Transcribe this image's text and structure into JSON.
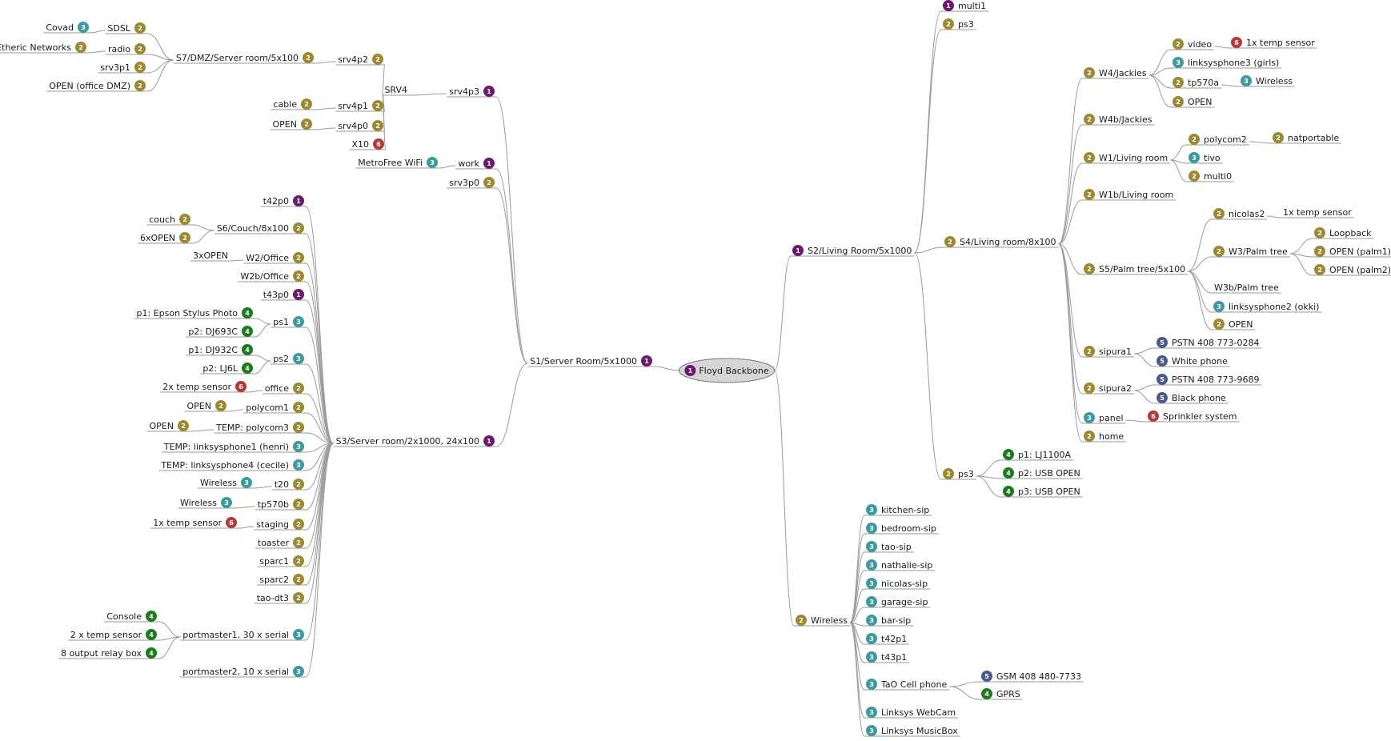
{
  "diagram": {
    "root": {
      "id": "root",
      "label": "Floyd Backbone",
      "badge": "1"
    },
    "nodes": [
      {
        "id": "s1",
        "parent": "root",
        "label": "S1/Server Room/5x1000",
        "badge": "1"
      },
      {
        "id": "srv4p3",
        "parent": "s1",
        "label": "srv4p3",
        "badge": "1"
      },
      {
        "id": "srv4",
        "parent": "srv4p3",
        "label": "SRV4",
        "badge": ""
      },
      {
        "id": "srv4p2",
        "parent": "srv4",
        "label": "srv4p2",
        "badge": "2"
      },
      {
        "id": "s7",
        "parent": "srv4p2",
        "label": "S7/DMZ/Server room/5x100",
        "badge": "2"
      },
      {
        "id": "sdsl",
        "parent": "s7",
        "label": "SDSL",
        "badge": "2"
      },
      {
        "id": "covad",
        "parent": "sdsl",
        "label": "Covad",
        "badge": "3"
      },
      {
        "id": "radio",
        "parent": "s7",
        "label": "radio",
        "badge": "2"
      },
      {
        "id": "etheric",
        "parent": "radio",
        "label": "Etheric Networks",
        "badge": "2"
      },
      {
        "id": "srv3p1",
        "parent": "s7",
        "label": "srv3p1",
        "badge": "2"
      },
      {
        "id": "opendmz",
        "parent": "s7",
        "label": "OPEN (office DMZ)",
        "badge": "2"
      },
      {
        "id": "srv4p1",
        "parent": "srv4",
        "label": "srv4p1",
        "badge": "2"
      },
      {
        "id": "cable",
        "parent": "srv4p1",
        "label": "cable",
        "badge": "2"
      },
      {
        "id": "srv4p0",
        "parent": "srv4",
        "label": "srv4p0",
        "badge": "2"
      },
      {
        "id": "open_srv4p0",
        "parent": "srv4p0",
        "label": "OPEN",
        "badge": "2"
      },
      {
        "id": "x10",
        "parent": "srv4",
        "label": "X10",
        "badge": "6"
      },
      {
        "id": "work",
        "parent": "s1",
        "label": "work",
        "badge": "1"
      },
      {
        "id": "metrofree",
        "parent": "work",
        "label": "MetroFree WiFi",
        "badge": "3"
      },
      {
        "id": "srv3p0",
        "parent": "s1",
        "label": "srv3p0",
        "badge": "2"
      },
      {
        "id": "s3",
        "parent": "s1",
        "label": "S3/Server room/2x1000, 24x100",
        "badge": "1"
      },
      {
        "id": "t42p0",
        "parent": "s3",
        "label": "t42p0",
        "badge": "1"
      },
      {
        "id": "s6",
        "parent": "s3",
        "label": "S6/Couch/8x100",
        "badge": "2"
      },
      {
        "id": "couch",
        "parent": "s6",
        "label": "couch",
        "badge": "2"
      },
      {
        "id": "sixopen",
        "parent": "s6",
        "label": "6xOPEN",
        "badge": "2"
      },
      {
        "id": "w2",
        "parent": "s3",
        "label": "W2/Office",
        "badge": "2"
      },
      {
        "id": "threeopen",
        "parent": "w2",
        "label": "3xOPEN",
        "badge": ""
      },
      {
        "id": "w2b",
        "parent": "s3",
        "label": "W2b/Office",
        "badge": "2"
      },
      {
        "id": "t43p0",
        "parent": "s3",
        "label": "t43p0",
        "badge": "1"
      },
      {
        "id": "ps1",
        "parent": "s3",
        "label": "ps1",
        "badge": "3"
      },
      {
        "id": "ps1_p1",
        "parent": "ps1",
        "label": "p1: Epson Stylus Photo",
        "badge": "4"
      },
      {
        "id": "ps1_p2",
        "parent": "ps1",
        "label": "p2: DJ693C",
        "badge": "4"
      },
      {
        "id": "ps2",
        "parent": "s3",
        "label": "ps2",
        "badge": "3"
      },
      {
        "id": "ps2_p1",
        "parent": "ps2",
        "label": "p1: DJ932C",
        "badge": "4"
      },
      {
        "id": "ps2_p2",
        "parent": "ps2",
        "label": "p2: LJ6L",
        "badge": "4"
      },
      {
        "id": "office",
        "parent": "s3",
        "label": "office",
        "badge": "2"
      },
      {
        "id": "office_temp",
        "parent": "office",
        "label": "2x temp sensor",
        "badge": "6"
      },
      {
        "id": "polycom1",
        "parent": "s3",
        "label": "polycom1",
        "badge": "2"
      },
      {
        "id": "open_polycom1",
        "parent": "polycom1",
        "label": "OPEN",
        "badge": "2"
      },
      {
        "id": "tpolycom3",
        "parent": "s3",
        "label": "TEMP: polycom3",
        "badge": "2"
      },
      {
        "id": "open_tpolycom3",
        "parent": "tpolycom3",
        "label": "OPEN",
        "badge": "2"
      },
      {
        "id": "tlinks1",
        "parent": "s3",
        "label": "TEMP: linksysphone1 (henri)",
        "badge": "3"
      },
      {
        "id": "tlinks4",
        "parent": "s3",
        "label": "TEMP: linksysphone4 (cecile)",
        "badge": "3"
      },
      {
        "id": "t20",
        "parent": "s3",
        "label": "t20",
        "badge": "2"
      },
      {
        "id": "t20_wifi",
        "parent": "t20",
        "label": "Wireless",
        "badge": "3"
      },
      {
        "id": "tp570b",
        "parent": "s3",
        "label": "tp570b",
        "badge": "2"
      },
      {
        "id": "tp570b_wifi",
        "parent": "tp570b",
        "label": "Wireless",
        "badge": "3"
      },
      {
        "id": "staging",
        "parent": "s3",
        "label": "staging",
        "badge": "2"
      },
      {
        "id": "staging_temp",
        "parent": "staging",
        "label": "1x temp sensor",
        "badge": "6"
      },
      {
        "id": "toaster",
        "parent": "s3",
        "label": "toaster",
        "badge": "2"
      },
      {
        "id": "sparc1",
        "parent": "s3",
        "label": "sparc1",
        "badge": "2"
      },
      {
        "id": "sparc2",
        "parent": "s3",
        "label": "sparc2",
        "badge": "2"
      },
      {
        "id": "taodt3",
        "parent": "s3",
        "label": "tao-dt3",
        "badge": "2"
      },
      {
        "id": "pm1",
        "parent": "s3",
        "label": "portmaster1, 30 x serial",
        "badge": "3"
      },
      {
        "id": "console",
        "parent": "pm1",
        "label": "Console",
        "badge": "4"
      },
      {
        "id": "pm1_temp",
        "parent": "pm1",
        "label": "2 x temp sensor",
        "badge": "4"
      },
      {
        "id": "relay",
        "parent": "pm1",
        "label": "8 output relay box",
        "badge": "4"
      },
      {
        "id": "pm2",
        "parent": "s3",
        "label": "portmaster2, 10 x serial",
        "badge": "3"
      },
      {
        "id": "s2",
        "parent": "root",
        "label": "S2/Living Room/5x1000",
        "badge": "1"
      },
      {
        "id": "multi1",
        "parent": "s2",
        "label": "multi1",
        "badge": "1"
      },
      {
        "id": "ps3a",
        "parent": "s2",
        "label": "ps3",
        "badge": "2"
      },
      {
        "id": "s4",
        "parent": "s2",
        "label": "S4/Living room/8x100",
        "badge": "2"
      },
      {
        "id": "w4",
        "parent": "s4",
        "label": "W4/Jackies",
        "badge": "2"
      },
      {
        "id": "video",
        "parent": "w4",
        "label": "video",
        "badge": "2"
      },
      {
        "id": "video_temp",
        "parent": "video",
        "label": "1x temp sensor",
        "badge": "6"
      },
      {
        "id": "links3",
        "parent": "w4",
        "label": "linksysphone3 (girls)",
        "badge": "3"
      },
      {
        "id": "tp570a",
        "parent": "w4",
        "label": "tp570a",
        "badge": "2"
      },
      {
        "id": "tp570a_wifi",
        "parent": "tp570a",
        "label": "Wireless",
        "badge": "3"
      },
      {
        "id": "open_w4",
        "parent": "w4",
        "label": "OPEN",
        "badge": "2"
      },
      {
        "id": "w4b",
        "parent": "s4",
        "label": "W4b/Jackies",
        "badge": "2"
      },
      {
        "id": "w1",
        "parent": "s4",
        "label": "W1/Living room",
        "badge": "2"
      },
      {
        "id": "polycom2",
        "parent": "w1",
        "label": "polycom2",
        "badge": "2"
      },
      {
        "id": "natportable",
        "parent": "polycom2",
        "label": "natportable",
        "badge": "2"
      },
      {
        "id": "tivo",
        "parent": "w1",
        "label": "tivo",
        "badge": "3"
      },
      {
        "id": "multi0",
        "parent": "w1",
        "label": "multi0",
        "badge": "2"
      },
      {
        "id": "w1b",
        "parent": "s4",
        "label": "W1b/Living room",
        "badge": "2"
      },
      {
        "id": "s5",
        "parent": "s4",
        "label": "S5/Palm tree/5x100",
        "badge": "2"
      },
      {
        "id": "nicolas2",
        "parent": "s5",
        "label": "nicolas2",
        "badge": "2"
      },
      {
        "id": "nicolas2_temp",
        "parent": "nicolas2",
        "label": "1x temp sensor",
        "badge": ""
      },
      {
        "id": "w3",
        "parent": "s5",
        "label": "W3/Palm tree",
        "badge": "2"
      },
      {
        "id": "loopback",
        "parent": "w3",
        "label": "Loopback",
        "badge": "2"
      },
      {
        "id": "palm1",
        "parent": "w3",
        "label": "OPEN (palm1)",
        "badge": "2"
      },
      {
        "id": "palm2",
        "parent": "w3",
        "label": "OPEN (palm2)",
        "badge": "2"
      },
      {
        "id": "w3b",
        "parent": "s5",
        "label": "W3b/Palm tree",
        "badge": ""
      },
      {
        "id": "links2",
        "parent": "s5",
        "label": "linksysphone2 (okki)",
        "badge": "3"
      },
      {
        "id": "open_s5",
        "parent": "s5",
        "label": "OPEN",
        "badge": "2"
      },
      {
        "id": "sipura1",
        "parent": "s4",
        "label": "sipura1",
        "badge": "2"
      },
      {
        "id": "pstn1",
        "parent": "sipura1",
        "label": "PSTN 408 773-0284",
        "badge": "5"
      },
      {
        "id": "whitephone",
        "parent": "sipura1",
        "label": "White phone",
        "badge": "5"
      },
      {
        "id": "sipura2",
        "parent": "s4",
        "label": "sipura2",
        "badge": "2"
      },
      {
        "id": "pstn2",
        "parent": "sipura2",
        "label": "PSTN 408 773-9689",
        "badge": "5"
      },
      {
        "id": "blackphone",
        "parent": "sipura2",
        "label": "Black phone",
        "badge": "5"
      },
      {
        "id": "panel",
        "parent": "s4",
        "label": "panel",
        "badge": "3"
      },
      {
        "id": "sprinkler",
        "parent": "panel",
        "label": "Sprinkler system",
        "badge": "6"
      },
      {
        "id": "home",
        "parent": "s4",
        "label": "home",
        "badge": "2"
      },
      {
        "id": "ps3b",
        "parent": "s2",
        "label": "ps3",
        "badge": "2"
      },
      {
        "id": "lj1100a",
        "parent": "ps3b",
        "label": "p1: LJ1100A",
        "badge": "4"
      },
      {
        "id": "p2usb",
        "parent": "ps3b",
        "label": "p2: USB OPEN",
        "badge": "4"
      },
      {
        "id": "p3usb",
        "parent": "ps3b",
        "label": "p3: USB OPEN",
        "badge": "4"
      },
      {
        "id": "wireless",
        "parent": "root",
        "label": "Wireless",
        "badge": "2"
      },
      {
        "id": "kitchen",
        "parent": "wireless",
        "label": "kitchen-sip",
        "badge": "3"
      },
      {
        "id": "bedroom",
        "parent": "wireless",
        "label": "bedroom-sip",
        "badge": "3"
      },
      {
        "id": "tao",
        "parent": "wireless",
        "label": "tao-sip",
        "badge": "3"
      },
      {
        "id": "nathalie",
        "parent": "wireless",
        "label": "nathalie-sip",
        "badge": "3"
      },
      {
        "id": "nicolas",
        "parent": "wireless",
        "label": "nicolas-sip",
        "badge": "3"
      },
      {
        "id": "garage",
        "parent": "wireless",
        "label": "garage-sip",
        "badge": "3"
      },
      {
        "id": "bar",
        "parent": "wireless",
        "label": "bar-sip",
        "badge": "3"
      },
      {
        "id": "t42p1",
        "parent": "wireless",
        "label": "t42p1",
        "badge": "3"
      },
      {
        "id": "t43p1",
        "parent": "wireless",
        "label": "t43p1",
        "badge": "3"
      },
      {
        "id": "taocell",
        "parent": "wireless",
        "label": "TaO Cell phone",
        "badge": "3"
      },
      {
        "id": "gsm",
        "parent": "taocell",
        "label": "GSM 408 480-7733",
        "badge": "5"
      },
      {
        "id": "gprs",
        "parent": "taocell",
        "label": "GPRS",
        "badge": "4"
      },
      {
        "id": "webcam",
        "parent": "wireless",
        "label": "Linksys WebCam",
        "badge": "3"
      },
      {
        "id": "musicbox",
        "parent": "wireless",
        "label": "Linksys MusicBox",
        "badge": "3"
      }
    ],
    "badge_colors": {
      "1": "#6b1a6e",
      "2": "#9b8a34",
      "3": "#3f9aa0",
      "4": "#1f7a1f",
      "5": "#4a5a8c",
      "6": "#b43a3a"
    },
    "line_color": "#9a9a9a",
    "root_fill": "#d6d6d6"
  }
}
